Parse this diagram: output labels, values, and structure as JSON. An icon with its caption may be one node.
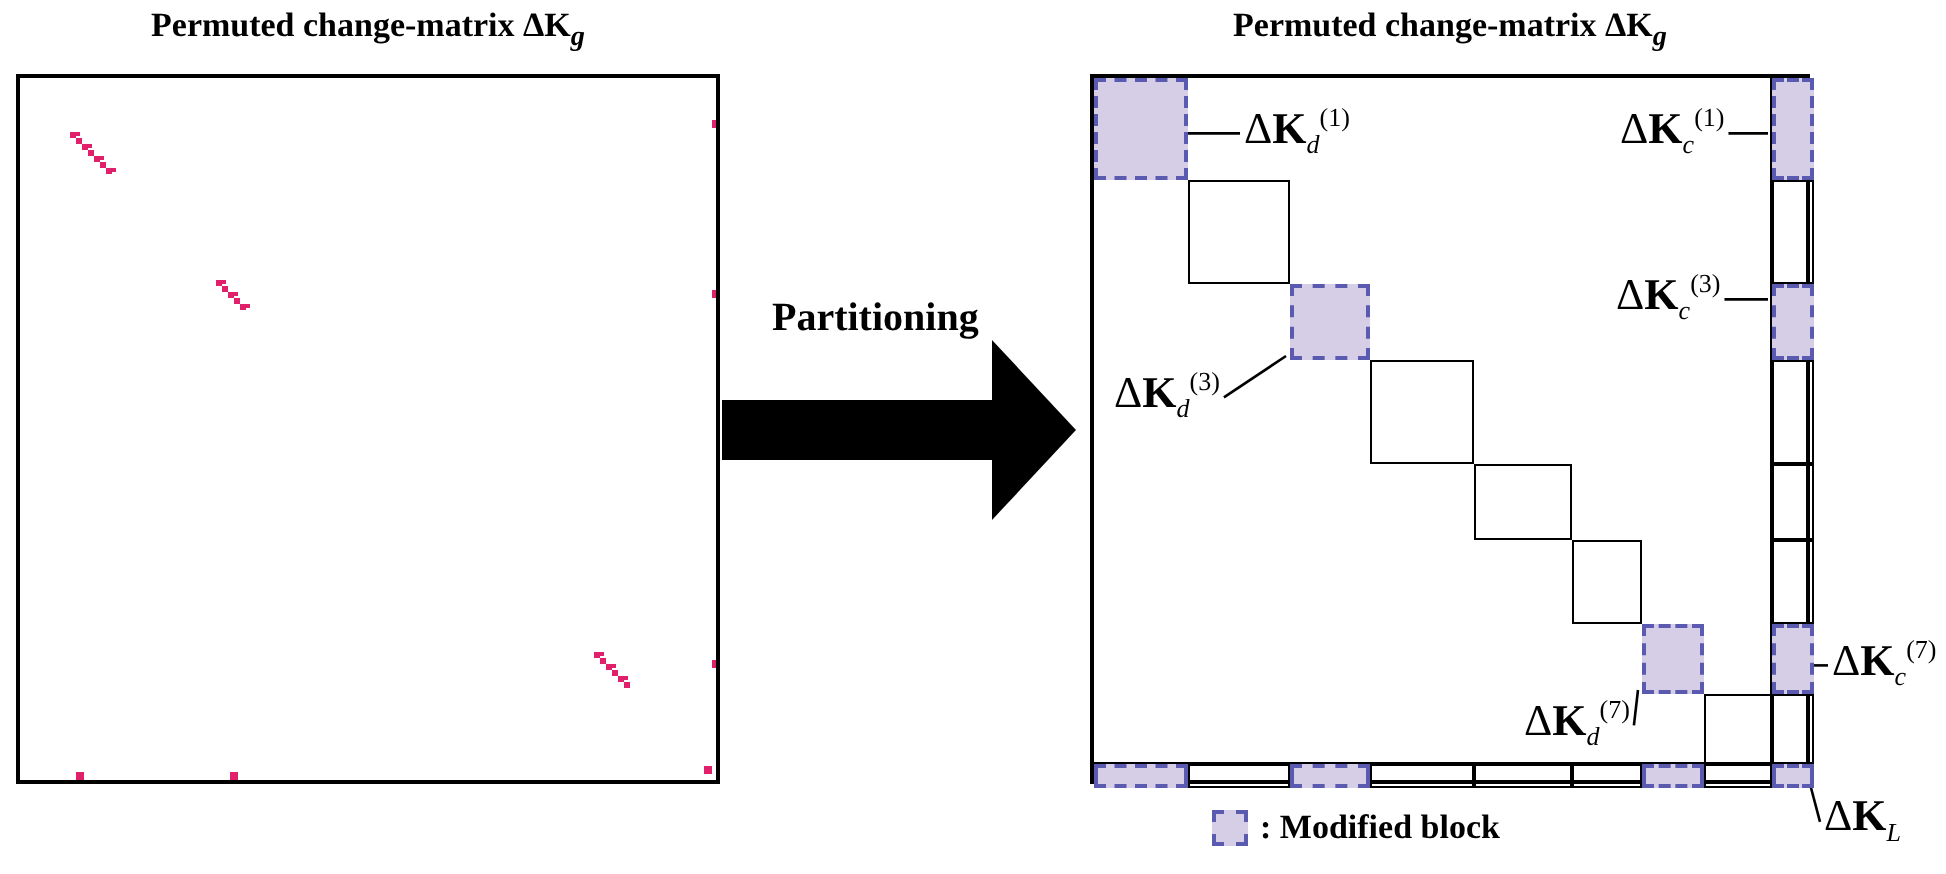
{
  "diagram": {
    "nodes": [
      {
        "text": [
          "Permuted change-matrix Δ**K**$_{g}$"
        ]
      },
      {
        "text": [
          "Permuted change-matrix Δ**K**$_{g}$"
        ]
      },
      {
        "text": [],
        "shape": "box",
        "in": 1
      },
      {
        "text": [],
        "shape": "box",
        "in": 1
      },
      {
        "text": [],
        "shape": "box",
        "in": 1
      },
      {
        "text": [],
        "shape": "box",
        "in": 1
      },
      {
        "text": [],
        "shape": "box",
        "in": 1
      },
      {
        "text": [],
        "shape": "box",
        "in": 1
      },
      {
        "text": [],
        "shape": "box",
        "in": 1
      },
      {
        "text": [
          "Δ**K**$_{d}$$^{(1)}$"
        ],
        "in": 1
      },
      {
        "text": [
          "Δ**K**$_{c}$$^{(1)}$"
        ],
        "in": 1
      },
      {
        "text": [
          "Δ**K**$_{c}$$^{(3)}$"
        ],
        "in": 1
      },
      {
        "text": [
          "Δ**K**$_{d}$$^{(3)}$"
        ],
        "in": 1
      },
      {
        "text": [
          "Δ**K**$_{c}$$^{(7)}$"
        ]
      },
      {
        "text": [
          "Δ**K**$_{d}$$^{(7)}$"
        ],
        "in": 1
      },
      {
        "text": [
          "Δ**K**$_{L}$"
        ]
      }
    ],
    "edges": [
      {
        "from": 0,
        "to": 1,
        "arrow": "to",
        "label": "Partitioning",
        "style": "thick"
      },
      {
        "from": 9,
        "to": 2,
        "arrow": "none"
      },
      {
        "from": 10,
        "to": 3,
        "arrow": "none"
      },
      {
        "from": 11,
        "to": 4,
        "arrow": "none"
      },
      {
        "from": 12,
        "to": 5,
        "arrow": "none"
      },
      {
        "from": 13,
        "to": 6,
        "arrow": "none"
      },
      {
        "from": 14,
        "to": 7,
        "arrow": "none"
      },
      {
        "from": 15,
        "to": 8,
        "arrow": "none"
      }
    ],
    "legend": [
      {
        "text": ": Modified block"
      }
    ]
  }
}
